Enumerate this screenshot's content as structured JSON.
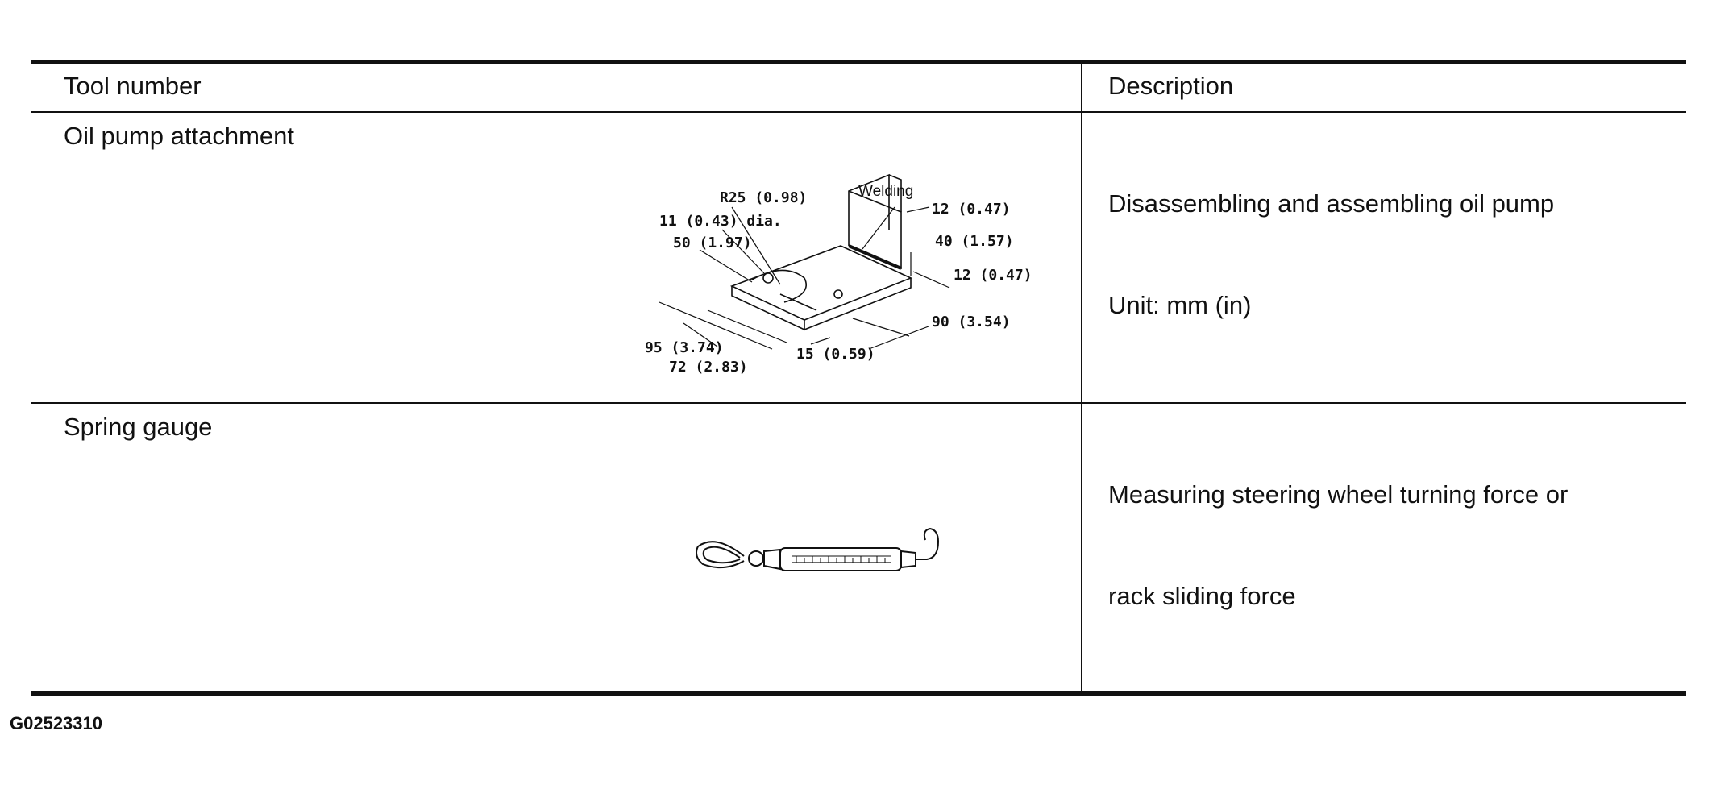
{
  "table": {
    "headers": {
      "tool_number": "Tool number",
      "description": "Description"
    },
    "rows": [
      {
        "tool": "Oil pump attachment",
        "description_lines": [
          "Disassembling and assembling oil pump",
          "Unit: mm (in)"
        ],
        "dimensions": {
          "r25": "R25 (0.98)",
          "welding": "Welding",
          "hole_dia": "11 (0.43) dia.",
          "d50": "50 (1.97)",
          "d12_top": "12 (0.47)",
          "d40": "40 (1.57)",
          "d12_side": "12 (0.47)",
          "d90": "90 (3.54)",
          "d95": "95 (3.74)",
          "d72": "72 (2.83)",
          "d15": "15 (0.59)"
        }
      },
      {
        "tool": "Spring gauge",
        "description_lines": [
          "Measuring steering wheel turning force or",
          "rack sliding force"
        ]
      }
    ]
  },
  "footer": {
    "code": "G02523310"
  }
}
